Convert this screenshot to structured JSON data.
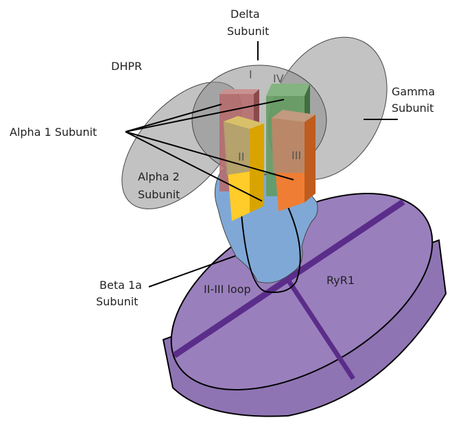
{
  "labels": {
    "delta_line1": "Delta",
    "delta_line2": "Subunit",
    "dhpr": "DHPR",
    "gamma_line1": "Gamma",
    "gamma_line2": "Subunit",
    "alpha1": "Alpha 1 Subunit",
    "alpha2_line1": "Alpha 2",
    "alpha2_line2": "Subunit",
    "beta_line1": "Beta 1a",
    "beta_line2": "Subunit",
    "loop": "II-III loop",
    "ryr1": "RyR1"
  },
  "domains": {
    "d1": "I",
    "d2": "II",
    "d3": "III",
    "d4": "IV"
  },
  "colors": {
    "ryr1_fill": "#9a7fbd",
    "ryr1_stripe": "#5b2d8a",
    "beta_fill": "#7fa8d6",
    "gray_subunit": "#9c9c9c",
    "domain_I": "#b7696a",
    "domain_II": "#ffcc2a",
    "domain_III": "#ef7d33",
    "domain_IV": "#5f9a5d"
  }
}
